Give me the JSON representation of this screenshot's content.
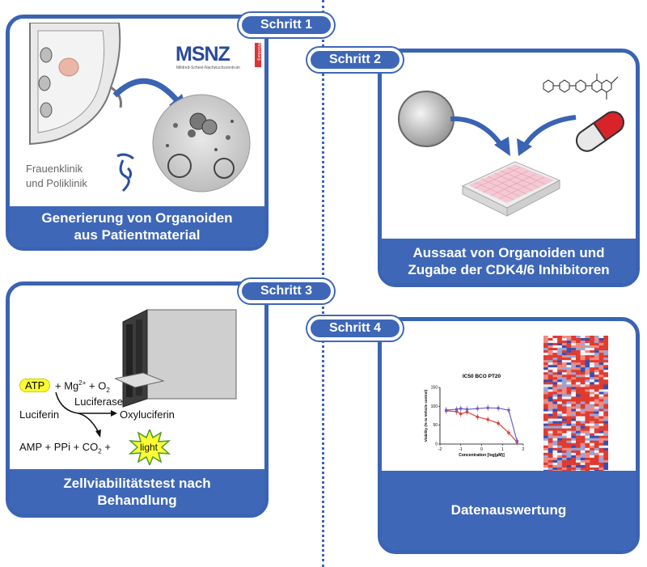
{
  "steps": [
    {
      "tab": "Schritt 1",
      "caption_line1": "Generierung von Organoiden",
      "caption_line2": "aus Patientmaterial"
    },
    {
      "tab": "Schritt 2",
      "caption_line1": "Aussaat von Organoiden und",
      "caption_line2": "Zugabe der CDK4/6 Inhibitoren"
    },
    {
      "tab": "Schritt 3",
      "caption_line1": "Zellviabilitätstest nach",
      "caption_line2": "Behandlung"
    },
    {
      "tab": "Schritt 4",
      "caption_line1": "Datenauswertung",
      "caption_line2": ""
    }
  ],
  "step1": {
    "logo": "MSNZ",
    "logo_sub": "Mildred-Scheel-Nachwuchszentrum",
    "logo_side": "Würzburg",
    "clinic_line1": "Frauenklinik",
    "clinic_line2": "und Poliklinik"
  },
  "step3": {
    "atp": "ATP",
    "mg": "+ Mg",
    "mg_sup": "2+",
    "o2": "+ O",
    "o2_sub": "2",
    "luciferase": "Luciferase",
    "luciferin": "Luciferin",
    "oxyluciferin": "Oxyluciferin",
    "products": "AMP + PPi + CO",
    "co2_sub": "2",
    "plus": "+",
    "light": "light"
  },
  "step4": {
    "chart_data": {
      "type": "line",
      "title": "IC50 BCO PT20",
      "xlabel": "Concentration [log(µM)]",
      "ylabel": "Viability (% to Vehicle control)",
      "xticks": [
        "-2",
        "-1",
        "0",
        "1",
        "2"
      ],
      "yticks": [
        "0",
        "50",
        "100",
        "150"
      ],
      "xlim": [
        -2,
        2
      ],
      "ylim": [
        0,
        150
      ],
      "series": [
        {
          "color": "#d9443c",
          "x": [
            -1.7,
            -1.2,
            -1.0,
            -0.7,
            -0.2,
            0.3,
            0.8,
            1.3,
            1.7
          ],
          "y": [
            88,
            86,
            80,
            85,
            72,
            65,
            55,
            30,
            5
          ]
        },
        {
          "color": "#6f5fc4",
          "x": [
            -1.7,
            -1.2,
            -1.0,
            -0.7,
            -0.2,
            0.3,
            0.8,
            1.3,
            1.7
          ],
          "y": [
            90,
            92,
            94,
            92,
            94,
            96,
            95,
            90,
            8
          ]
        }
      ]
    }
  }
}
